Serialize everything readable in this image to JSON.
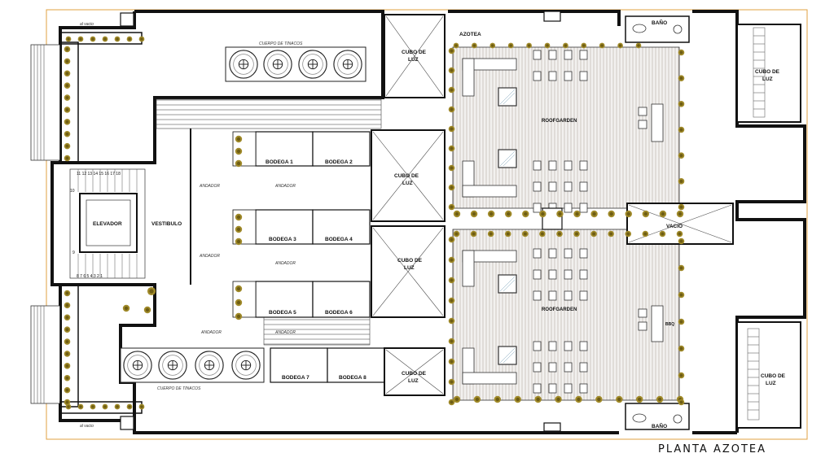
{
  "drawing": {
    "title": "PLANTA AZOTEA",
    "labels": {
      "cuerpo_tinacos_top": "CUERPO DE TINACOS",
      "cuerpo_tinacos_bottom": "CUERPO DE TINACOS",
      "cubo_luz_1_a": "CUBO DE",
      "cubo_luz_1_b": "LUZ",
      "cubo_luz_2_a": "CUBO DE",
      "cubo_luz_2_b": "LUZ",
      "cubo_luz_3_a": "CUBO DE",
      "cubo_luz_3_b": "LUZ",
      "cubo_luz_4_a": "CUBO DE",
      "cubo_luz_4_b": "LUZ",
      "cubo_luz_5_a": "CUBO DE",
      "cubo_luz_5_b": "LUZ",
      "cubo_luz_6_a": "CUBO DE",
      "cubo_luz_6_b": "LUZ",
      "azotea": "AZOTEA",
      "bano_top": "BAÑO",
      "bano_bottom": "BAÑO",
      "vacio_center": "VACIO",
      "vacio_top": "al vacio",
      "vacio_bottom": "al vacio",
      "roofgarden_top": "ROOFGARDEN",
      "roofgarden_bottom": "ROOFGARDEN",
      "elevador": "ELEVADOR",
      "vestibulo": "VESTIBULO",
      "bodega_1": "BODEGA 1",
      "bodega_2": "BODEGA 2",
      "bodega_3": "BODEGA 3",
      "bodega_4": "BODEGA 4",
      "bodega_5": "BODEGA 5",
      "bodega_6": "BODEGA 6",
      "bodega_7": "BODEGA 7",
      "bodega_8": "BODEGA 8",
      "andador_1": "ANDADOR",
      "andador_2": "ANDADOR",
      "andador_3": "ANDADOR",
      "andador_4": "ANDADOR",
      "andador_5": "ANDADOR",
      "andador_6": "ANDADOR",
      "bbq": "BBQ",
      "stair_top": "11 12 13 14 15 16 17 18",
      "stair_bottom": "8 7 6 5 4 3 2 1",
      "stair_10": "10",
      "stair_9": "9"
    },
    "colors": {
      "wall": "#111111",
      "plant": "#8b7a1e",
      "deck": "#b9b2aa",
      "border": "#e0a040"
    }
  }
}
